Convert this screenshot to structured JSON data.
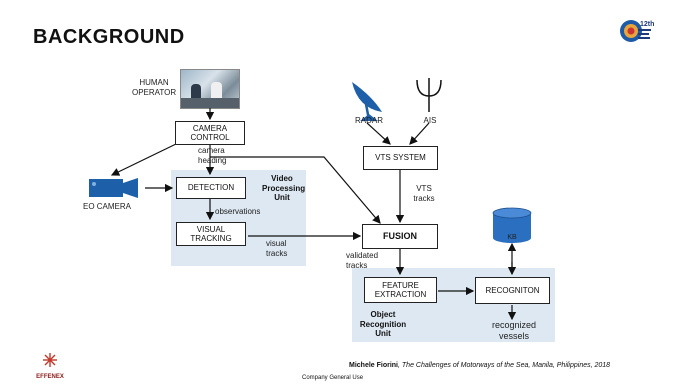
{
  "slide": {
    "title": "BACKGROUND"
  },
  "diagram": {
    "human_operator": "HUMAN OPERATOR",
    "camera_control": "CAMERA CONTROL",
    "camera_heading": "camera heading",
    "eo_camera": "EO CAMERA",
    "detection": "DETECTION",
    "observations": "observations",
    "visual_tracking": "VISUAL TRACKING",
    "visual_tracks": "visual tracks",
    "video_processing_unit": "Video Processing Unit",
    "radar": "RADAR",
    "ais": "AIS",
    "vts_system": "VTS SYSTEM",
    "vts_tracks": "VTS tracks",
    "fusion": "FUSION",
    "validated_tracks": "validated tracks",
    "kb": "KB",
    "feature_extraction": "FEATURE EXTRACTION",
    "recognition": "RECOGNITON",
    "object_recognition_unit": "Object Recognition Unit",
    "recognized_vessels": "recognized vessels"
  },
  "footer": {
    "author": "Michele Fiorini",
    "citation": ", The Challenges of Motorways of the Sea, Manila, Philippines, 2018",
    "company": "Company General Use",
    "logo_text": "EFFENEX",
    "badge_text": "12th"
  },
  "colors": {
    "panel": "#dde8f2",
    "camera": "#1d5fa8",
    "kb": "#2a6fc0",
    "radar": "#1d5fa8"
  }
}
